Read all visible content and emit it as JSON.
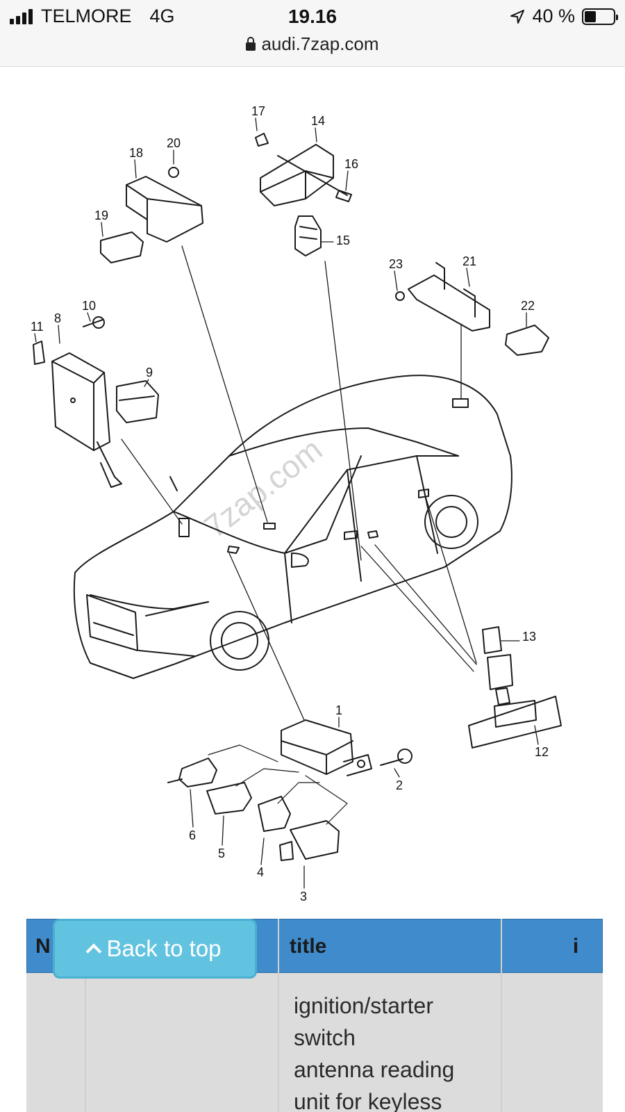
{
  "status_bar": {
    "carrier": "TELMORE",
    "network": "4G",
    "time": "19.16",
    "battery_text": "40 %",
    "battery_level": 0.4
  },
  "browser": {
    "url": "audi.7zap.com"
  },
  "diagram": {
    "watermark": "7zap.com",
    "part_labels": [
      "1",
      "2",
      "3",
      "4",
      "5",
      "6",
      "8",
      "9",
      "10",
      "11",
      "12",
      "13",
      "14",
      "15",
      "16",
      "17",
      "18",
      "19",
      "20",
      "21",
      "22",
      "23"
    ]
  },
  "table": {
    "header": {
      "no": "N",
      "title": "title",
      "info": "i"
    },
    "row": {
      "title_lines": [
        "ignition/starter",
        "switch",
        "antenna reading",
        "unit for keyless"
      ]
    }
  },
  "back_to_top": {
    "label": "Back to top"
  }
}
